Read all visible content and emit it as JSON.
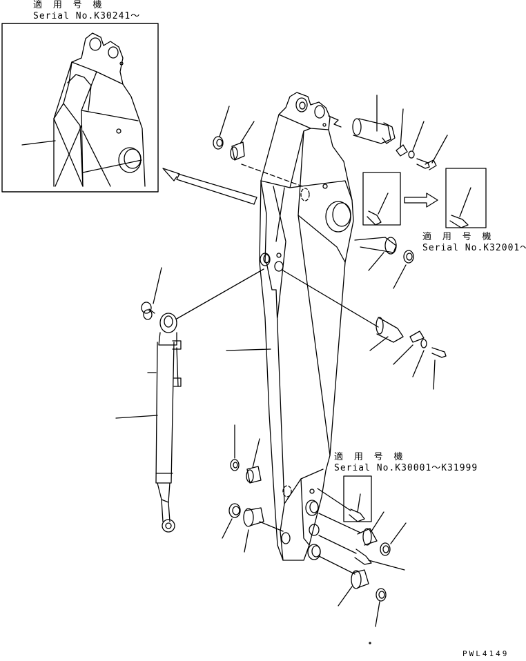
{
  "notes": {
    "top_left": {
      "jp": "適 用 号 機",
      "serial": "Serial No.K30241～"
    },
    "right": {
      "jp": "適 用 号 機",
      "serial": "Serial No.K32001～"
    },
    "lower": {
      "jp": "適 用 号 機",
      "serial": "Serial No.K30001～K31999"
    }
  },
  "drawing_code": "PWL4149",
  "colors": {
    "ink": "#000000",
    "background": "#ffffff"
  }
}
